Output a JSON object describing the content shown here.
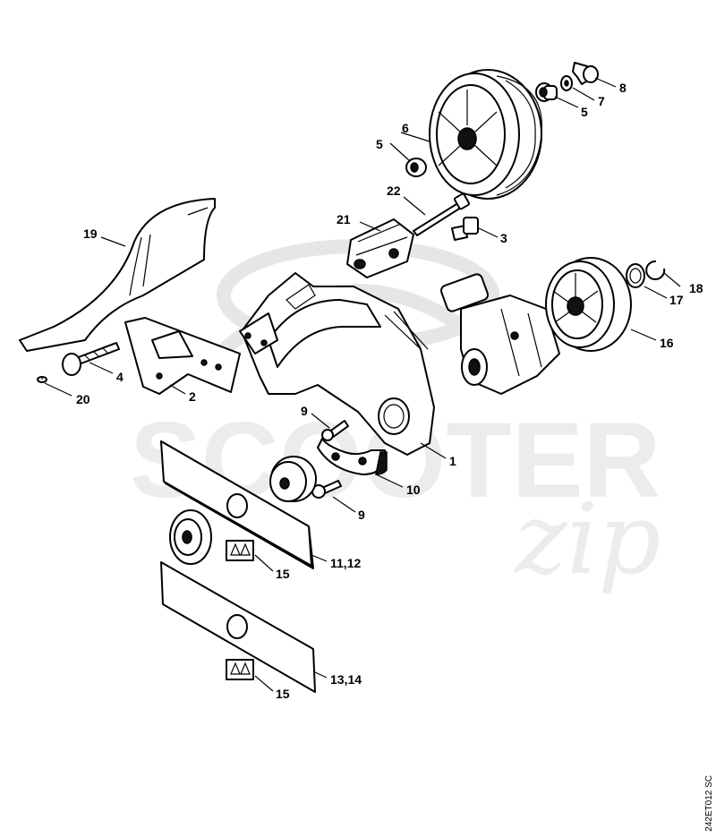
{
  "watermark": {
    "brand": "SCOOTER",
    "script": "zip"
  },
  "drawing_code": "242ET012 SC",
  "callouts": [
    {
      "id": "c1",
      "text": "1"
    },
    {
      "id": "c2",
      "text": "2"
    },
    {
      "id": "c3",
      "text": "3"
    },
    {
      "id": "c4",
      "text": "4"
    },
    {
      "id": "c5a",
      "text": "5"
    },
    {
      "id": "c5b",
      "text": "5"
    },
    {
      "id": "c6",
      "text": "6"
    },
    {
      "id": "c7",
      "text": "7"
    },
    {
      "id": "c8",
      "text": "8"
    },
    {
      "id": "c9a",
      "text": "9"
    },
    {
      "id": "c9b",
      "text": "9"
    },
    {
      "id": "c10",
      "text": "10"
    },
    {
      "id": "c11",
      "text": "11,12"
    },
    {
      "id": "c13",
      "text": "13,14"
    },
    {
      "id": "c15a",
      "text": "15"
    },
    {
      "id": "c15b",
      "text": "15"
    },
    {
      "id": "c16",
      "text": "16"
    },
    {
      "id": "c17",
      "text": "17"
    },
    {
      "id": "c18",
      "text": "18"
    },
    {
      "id": "c19",
      "text": "19"
    },
    {
      "id": "c20",
      "text": "20"
    },
    {
      "id": "c21",
      "text": "21"
    },
    {
      "id": "c22",
      "text": "22"
    }
  ]
}
